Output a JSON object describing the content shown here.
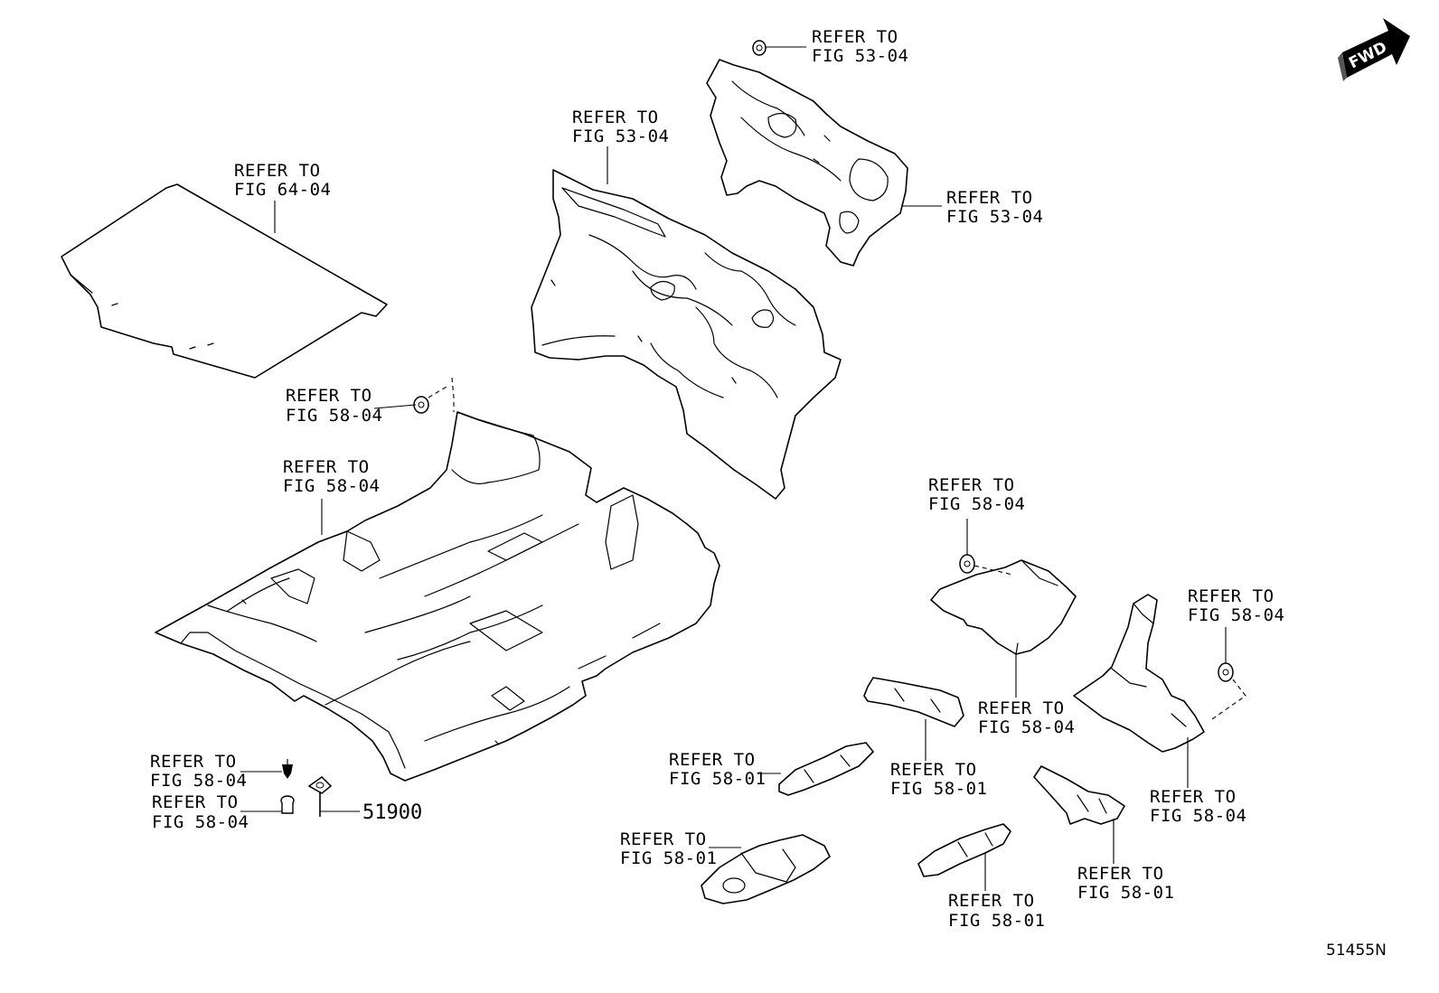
{
  "fwd_badge": "FWD",
  "diagram_code": "51455N",
  "part_number": "51900",
  "callouts": [
    {
      "id": "c1",
      "line1": "REFER TO",
      "line2": "FIG 53-04"
    },
    {
      "id": "c2",
      "line1": "REFER TO",
      "line2": "FIG 53-04"
    },
    {
      "id": "c3",
      "line1": "REFER TO",
      "line2": "FIG 53-04"
    },
    {
      "id": "c4",
      "line1": "REFER TO",
      "line2": "FIG 64-04"
    },
    {
      "id": "c5",
      "line1": "REFER TO",
      "line2": "FIG 58-04"
    },
    {
      "id": "c6",
      "line1": "REFER TO",
      "line2": "FIG 58-04"
    },
    {
      "id": "c7",
      "line1": "REFER TO",
      "line2": "FIG 58-04"
    },
    {
      "id": "c8",
      "line1": "REFER TO",
      "line2": "FIG 58-04"
    },
    {
      "id": "c9",
      "line1": "REFER TO",
      "line2": "FIG 58-04"
    },
    {
      "id": "c10",
      "line1": "REFER TO",
      "line2": "FIG 58-04"
    },
    {
      "id": "c11",
      "line1": "REFER TO",
      "line2": "FIG 58-04"
    },
    {
      "id": "c12",
      "line1": "REFER TO",
      "line2": "FIG 58-04"
    },
    {
      "id": "c13",
      "line1": "REFER TO",
      "line2": "FIG 58-01"
    },
    {
      "id": "c14",
      "line1": "REFER TO",
      "line2": "FIG 58-01"
    },
    {
      "id": "c15",
      "line1": "REFER TO",
      "line2": "FIG 58-01"
    },
    {
      "id": "c16",
      "line1": "REFER TO",
      "line2": "FIG 58-01"
    },
    {
      "id": "c17",
      "line1": "REFER TO",
      "line2": "FIG 58-01"
    }
  ]
}
